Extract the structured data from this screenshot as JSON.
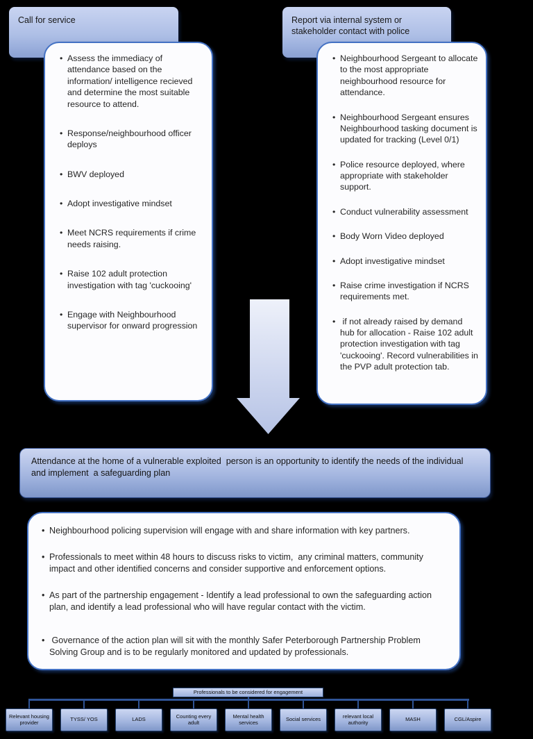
{
  "colors": {
    "background": "#000000",
    "box_border_blue": "#4472C4",
    "gradient_top": "#C9D4F1",
    "gradient_bottom": "#8AA1D4",
    "connector_blue": "#2F5496",
    "org_box_border": "#24406E",
    "white_box_bg": "#FCFCFE",
    "text": "#1F1F1F"
  },
  "flow_left": {
    "header": "Call for service",
    "bullets": [
      "Assess the immediacy of attendance based on the information/ intelligence recieved and determine the most suitable resource to attend.",
      "Response/neighbourhood officer deploys",
      "BWV deployed",
      "Adopt investigative mindset",
      "Meet NCRS requirements if crime needs raising.",
      "Raise 102 adult protection investigation with tag 'cuckooing'",
      "Engage with Neighbourhood supervisor for onward progression"
    ]
  },
  "flow_right": {
    "header": "Report via internal system or stakeholder contact with police",
    "bullets": [
      "Neighbourhood Sergeant to allocate to the most appropriate neighbourhood resource for attendance.",
      "Neighbourhood Sergeant ensures Neighbourhood tasking document is updated for tracking (Level 0/1)",
      "Police resource deployed, where appropriate with stakeholder support.",
      "Conduct vulnerability assessment",
      "Body Worn Video deployed",
      "Adopt investigative mindset",
      "Raise crime investigation if NCRS requirements met.",
      " if not already raised by demand hub for allocation - Raise 102 adult protection investigation with tag 'cuckooing'. Record vulnerabilities in the PVP adult protection tab."
    ]
  },
  "outcome_banner": {
    "text": "Attendance at the home of a vulnerable exploited  person is an opportunity to identify the needs of the individual and implement  a safeguarding plan"
  },
  "partnership_box": {
    "bullets": [
      "Neighbourhood policing supervision will engage with and share information with key partners.",
      "Professionals to meet within 48 hours to discuss risks to victim,  any criminal matters, community impact and other identified concerns and consider supportive and enforcement options.",
      "As part of the partnership engagement - Identify a lead professional to own the safeguarding action plan, and identify a lead professional who will have regular contact with the victim.",
      " Governance of the action plan will sit with the monthly Safer Peterborough Partnership Problem Solving Group and is to be regularly monitored and updated by professionals."
    ]
  },
  "org_chart": {
    "label": "Professionals to be considered for engagement",
    "boxes": [
      "Relevant housing provider",
      "TYSS/ YOS",
      "LADS",
      "Counting every adult",
      "Mental health services",
      "Social services",
      "relevant local authority",
      "MASH",
      "CGL/Aspire"
    ]
  }
}
